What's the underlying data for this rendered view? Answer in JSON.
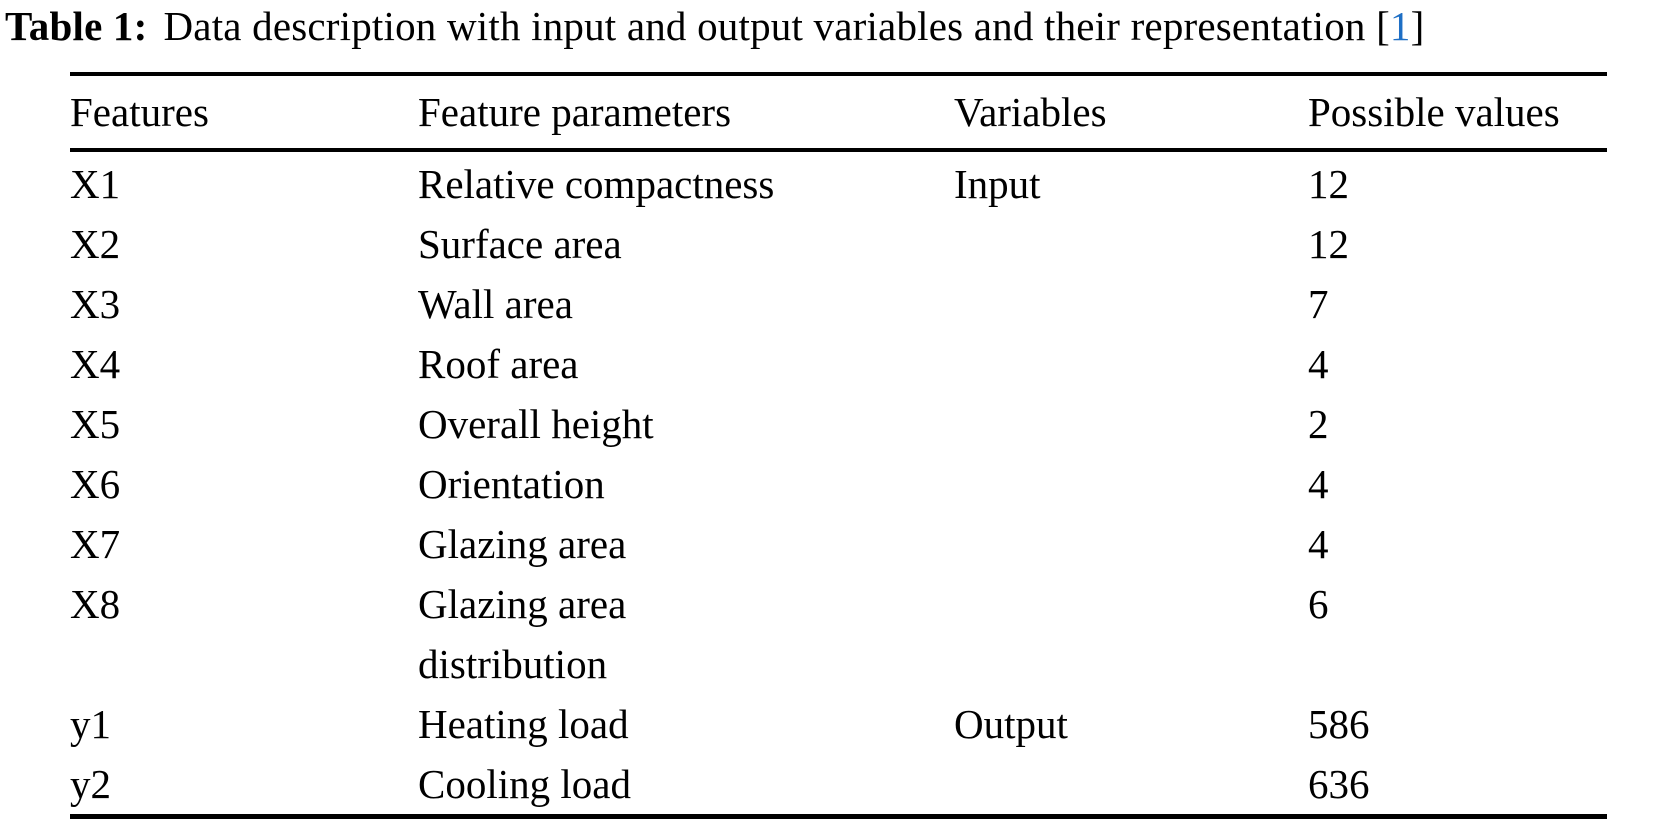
{
  "title": {
    "label": "Table 1:",
    "text": "Data description with input and output variables and their representation",
    "citation_open": "[",
    "citation_number": "1",
    "citation_close": "]"
  },
  "colors": {
    "citation_blue": "#1e6fc5",
    "text": "#000000",
    "background": "#ffffff",
    "rule": "#000000"
  },
  "table": {
    "columns": [
      "Features",
      "Feature parameters",
      "Variables",
      "Possible values"
    ],
    "rows": [
      {
        "feature": "X1",
        "parameter": "Relative compactness",
        "variable": "Input",
        "value": "12"
      },
      {
        "feature": "X2",
        "parameter": "Surface area",
        "variable": "",
        "value": "12"
      },
      {
        "feature": "X3",
        "parameter": "Wall area",
        "variable": "",
        "value": "7"
      },
      {
        "feature": "X4",
        "parameter": "Roof area",
        "variable": "",
        "value": "4"
      },
      {
        "feature": "X5",
        "parameter": "Overall height",
        "variable": "",
        "value": "2"
      },
      {
        "feature": "X6",
        "parameter": "Orientation",
        "variable": "",
        "value": "4"
      },
      {
        "feature": "X7",
        "parameter": "Glazing area",
        "variable": "",
        "value": "4"
      },
      {
        "feature": "X8",
        "parameter": "Glazing area\ndistribution",
        "variable": "",
        "value": "6"
      },
      {
        "feature": "y1",
        "parameter": "Heating load",
        "variable": "Output",
        "value": "586"
      },
      {
        "feature": "y2",
        "parameter": "Cooling load",
        "variable": "",
        "value": "636"
      }
    ]
  }
}
